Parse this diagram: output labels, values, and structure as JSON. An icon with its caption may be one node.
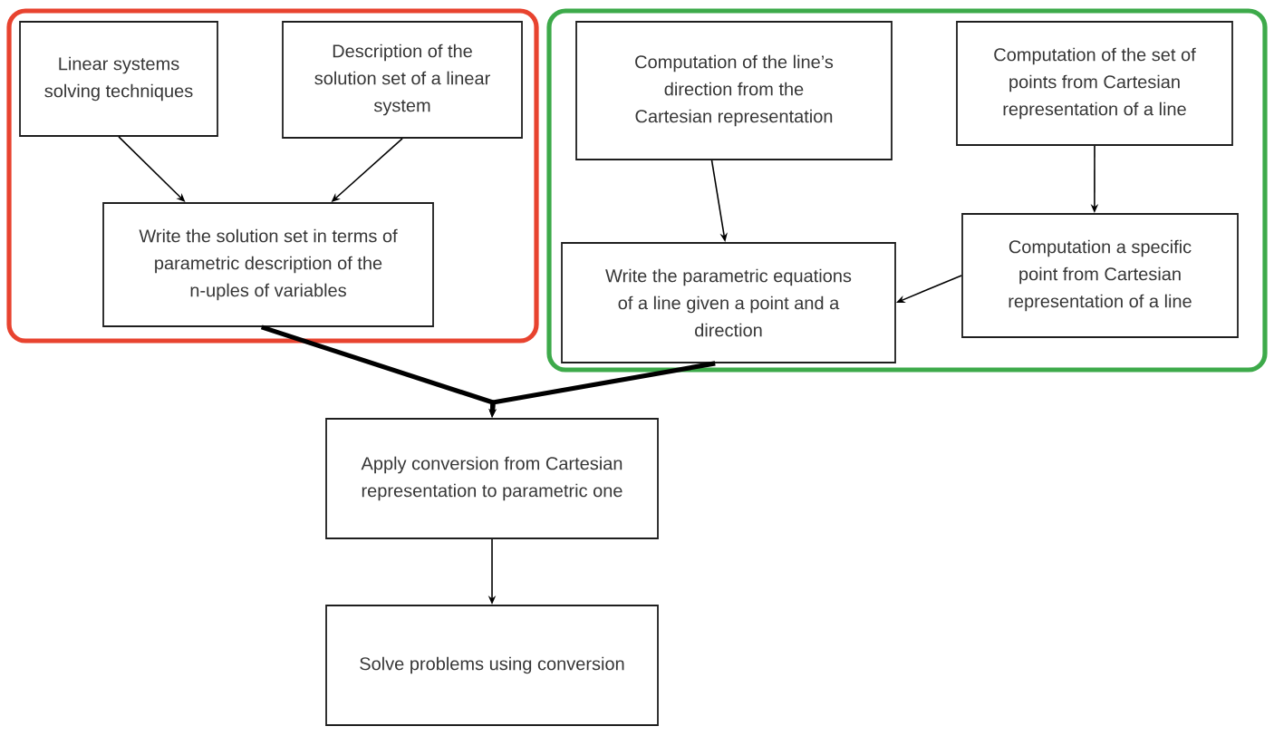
{
  "diagram": {
    "nodes": [
      {
        "text": [],
        "shape": "box"
      },
      {
        "text": [
          "Linear systems solving techniques"
        ],
        "in": 0
      },
      {
        "text": [
          "Description of the solution set of a linear system"
        ],
        "in": 0
      },
      {
        "text": [
          "Write the solution set in terms of parametric description of the n-uples of variables"
        ],
        "in": 0
      },
      {
        "text": [],
        "shape": "box"
      },
      {
        "text": [
          "Computation of the line’s direction from the Cartesian representation"
        ],
        "in": 4
      },
      {
        "text": [
          "Computation of the set of points from Cartesian representation of a line"
        ],
        "in": 4
      },
      {
        "text": [
          "Write the parametric equations of a line given a point and a direction"
        ],
        "in": 4
      },
      {
        "text": [
          "Computation a specific point from Cartesian representation of a line"
        ],
        "in": 4
      },
      {
        "text": [
          "Apply conversion from Cartesian representation to parametric one"
        ]
      },
      {
        "text": [
          "Solve problems using conversion"
        ]
      }
    ],
    "edges": [
      {
        "from": 1,
        "to": 3,
        "arrow": "to"
      },
      {
        "from": 2,
        "to": 3,
        "arrow": "to"
      },
      {
        "from": 5,
        "to": 7,
        "arrow": "to"
      },
      {
        "from": 6,
        "to": 8,
        "arrow": "to"
      },
      {
        "from": 8,
        "to": 7,
        "arrow": "to"
      },
      {
        "from": 3,
        "to": 9,
        "arrow": "to",
        "style": "thick"
      },
      {
        "from": 7,
        "to": 9,
        "arrow": "to",
        "style": "thick"
      },
      {
        "from": 9,
        "to": 10,
        "arrow": "to"
      }
    ]
  }
}
